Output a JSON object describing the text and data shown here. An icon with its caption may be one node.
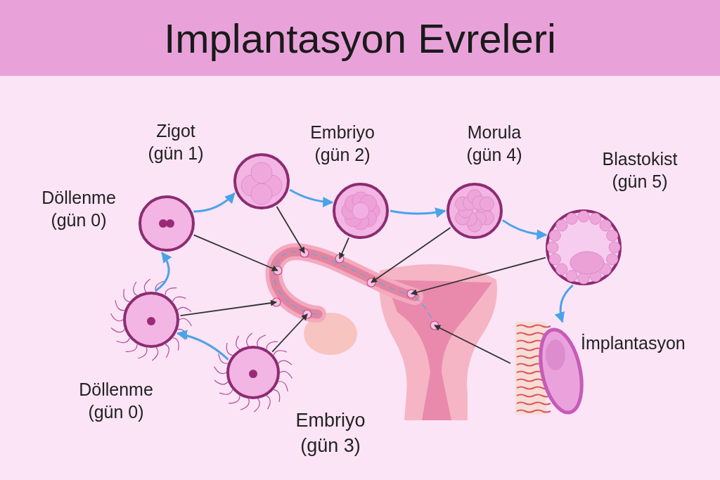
{
  "diagram": {
    "title": "Implantasyon Evreleri",
    "nodes": [
      {
        "text": [
          "Döllenme (gün 0)"
        ]
      },
      {
        "text": [
          "Zigot (gün 1)"
        ]
      },
      {
        "text": [
          "Embriyo (gün 2)"
        ]
      },
      {
        "text": [
          "Morula (gün 4)"
        ]
      },
      {
        "text": [
          "Blastokist (gün 5)"
        ]
      },
      {
        "text": [
          "İmplantasyon"
        ]
      },
      {
        "text": [
          "Embriyo (gün 3)"
        ]
      },
      {
        "text": [
          "Döllenme (gün 0)"
        ]
      },
      {
        "text": [],
        "shape": "picture"
      }
    ],
    "edges": [
      {
        "from": 7,
        "to": 0,
        "arrow": "to",
        "color": "#4aa3e8"
      },
      {
        "from": 0,
        "to": 1,
        "arrow": "to",
        "color": "#4aa3e8"
      },
      {
        "from": 1,
        "to": 2,
        "arrow": "to",
        "color": "#4aa3e8"
      },
      {
        "from": 2,
        "to": 3,
        "arrow": "to",
        "color": "#4aa3e8"
      },
      {
        "from": 3,
        "to": 4,
        "arrow": "to",
        "color": "#4aa3e8"
      },
      {
        "from": 4,
        "to": 5,
        "arrow": "to",
        "color": "#4aa3e8"
      },
      {
        "from": 6,
        "to": 7,
        "arrow": "to",
        "color": "#4aa3e8"
      },
      {
        "from": 0,
        "to": 8,
        "arrow": "to"
      },
      {
        "from": 1,
        "to": 8,
        "arrow": "to"
      },
      {
        "from": 2,
        "to": 8,
        "arrow": "to"
      },
      {
        "from": 3,
        "to": 8,
        "arrow": "to"
      },
      {
        "from": 4,
        "to": 8,
        "arrow": "to"
      },
      {
        "from": 7,
        "to": 8,
        "arrow": "to"
      },
      {
        "from": 6,
        "to": 8,
        "arrow": "to"
      },
      {
        "from": 5,
        "to": 8,
        "arrow": "to"
      }
    ]
  }
}
